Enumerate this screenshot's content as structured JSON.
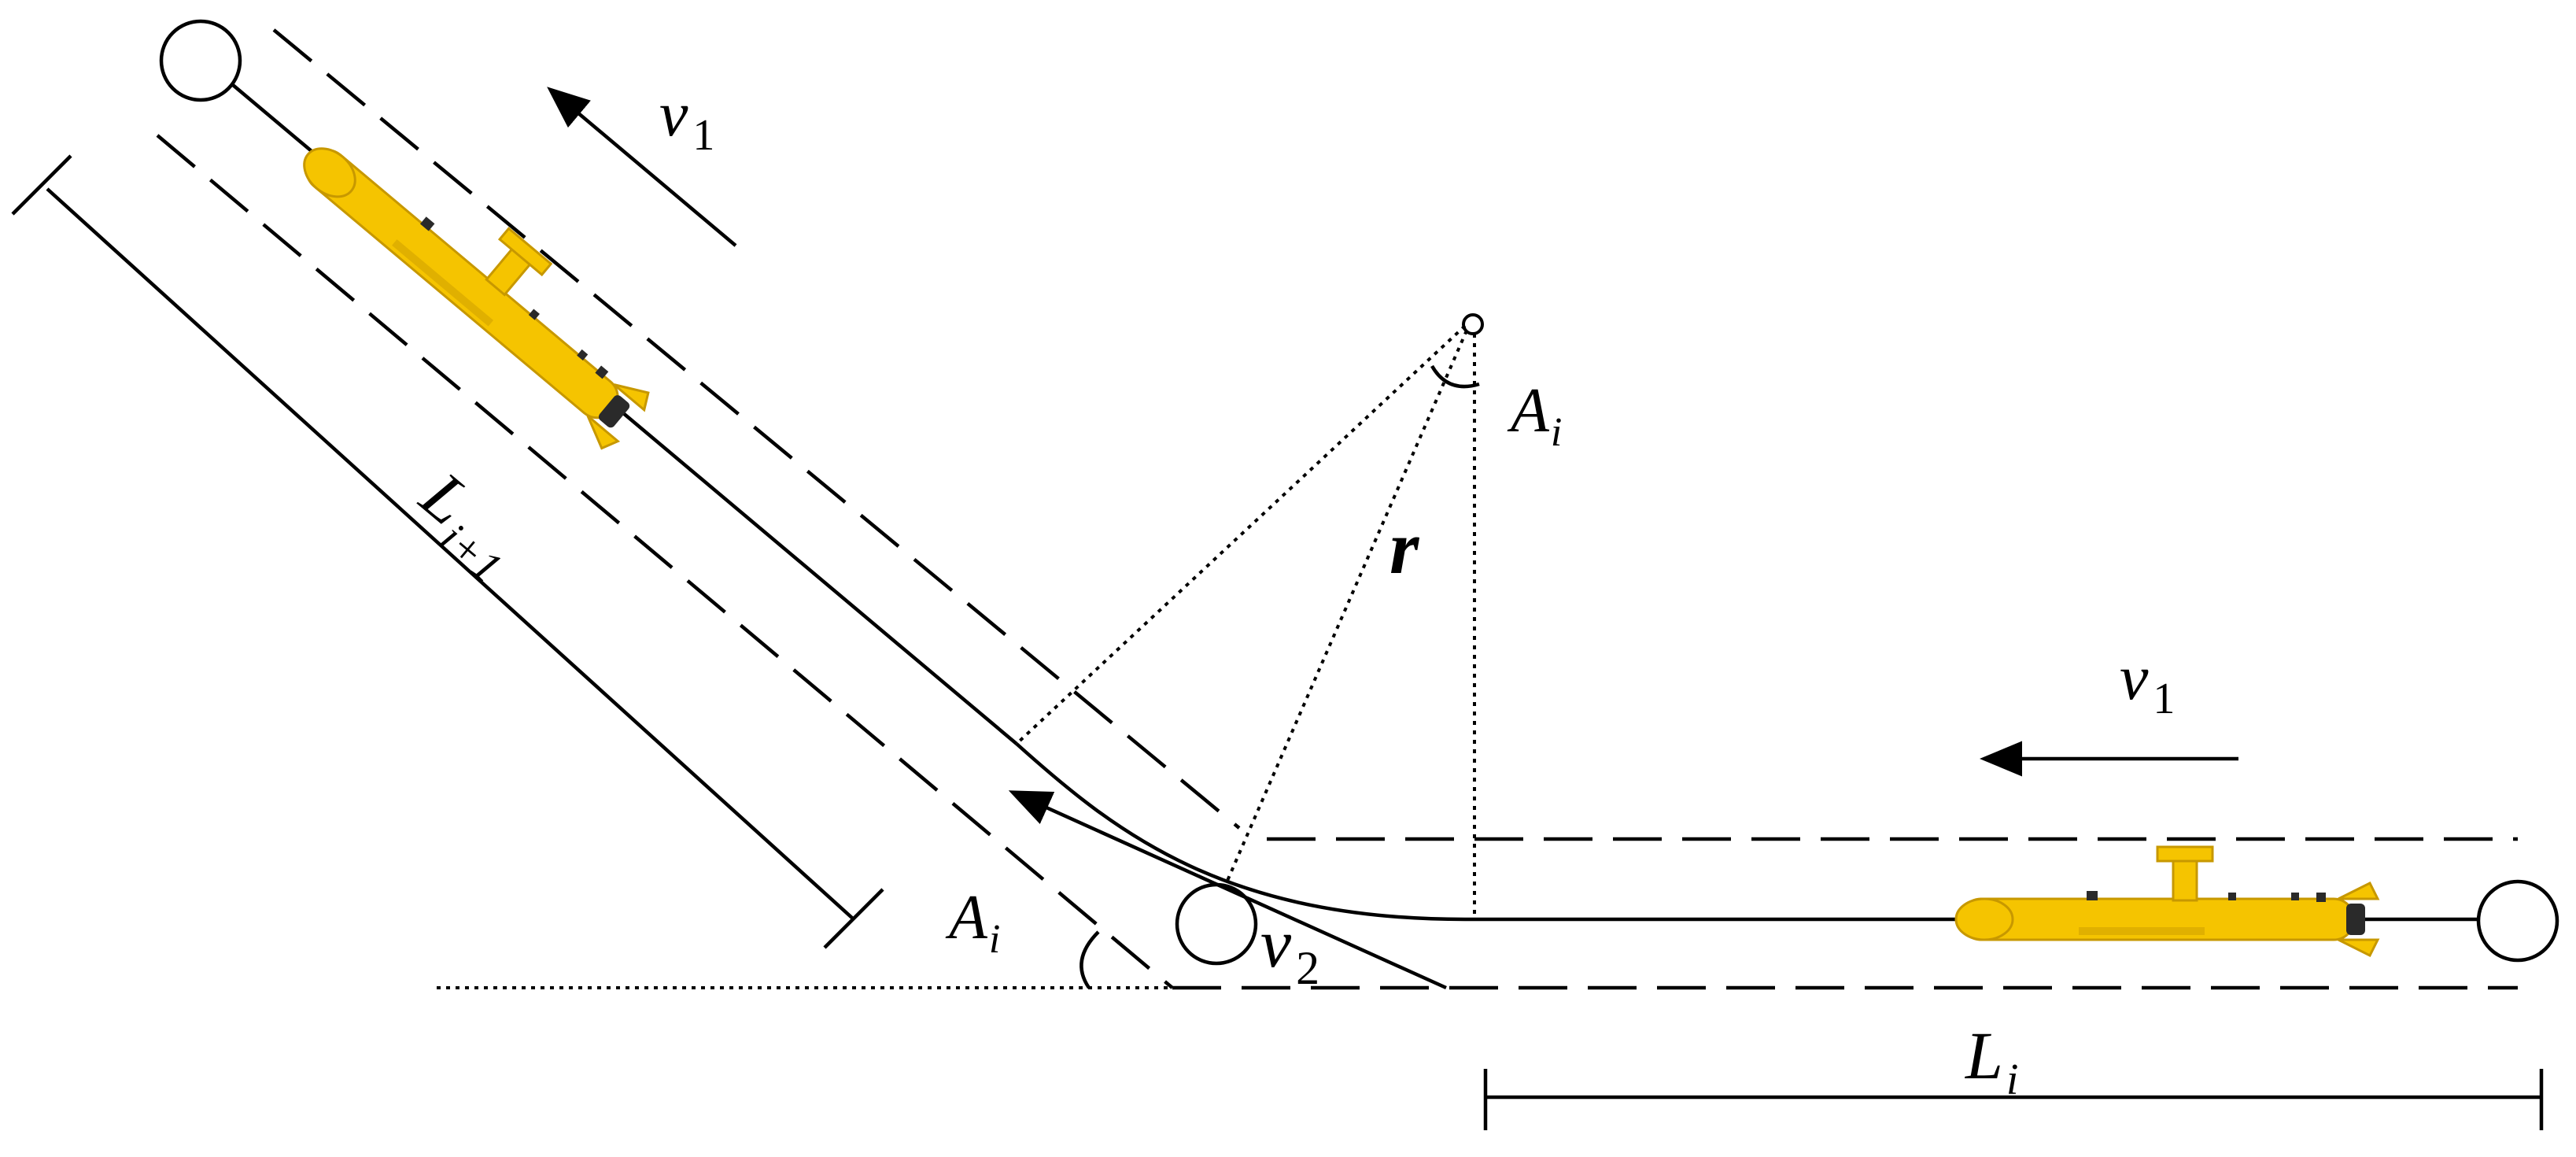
{
  "labels": {
    "v1_top": {
      "main": "v",
      "sub": "1"
    },
    "v1_right": {
      "main": "v",
      "sub": "1"
    },
    "v2": {
      "main": "v",
      "sub": "2"
    },
    "Li_plus1": {
      "main": "L",
      "sub": "i+1"
    },
    "Li": {
      "main": "L",
      "sub": "i"
    },
    "Ai_top": {
      "main": "A",
      "sub": "i"
    },
    "Ai_bottom": {
      "main": "A",
      "sub": "i"
    },
    "r": "r"
  },
  "colors": {
    "vehicle_body": "#f5c400",
    "vehicle_outline": "#c79800",
    "lines": "#000000"
  },
  "icons": [
    "waypoint-circle",
    "auv-vehicle",
    "arrow"
  ]
}
